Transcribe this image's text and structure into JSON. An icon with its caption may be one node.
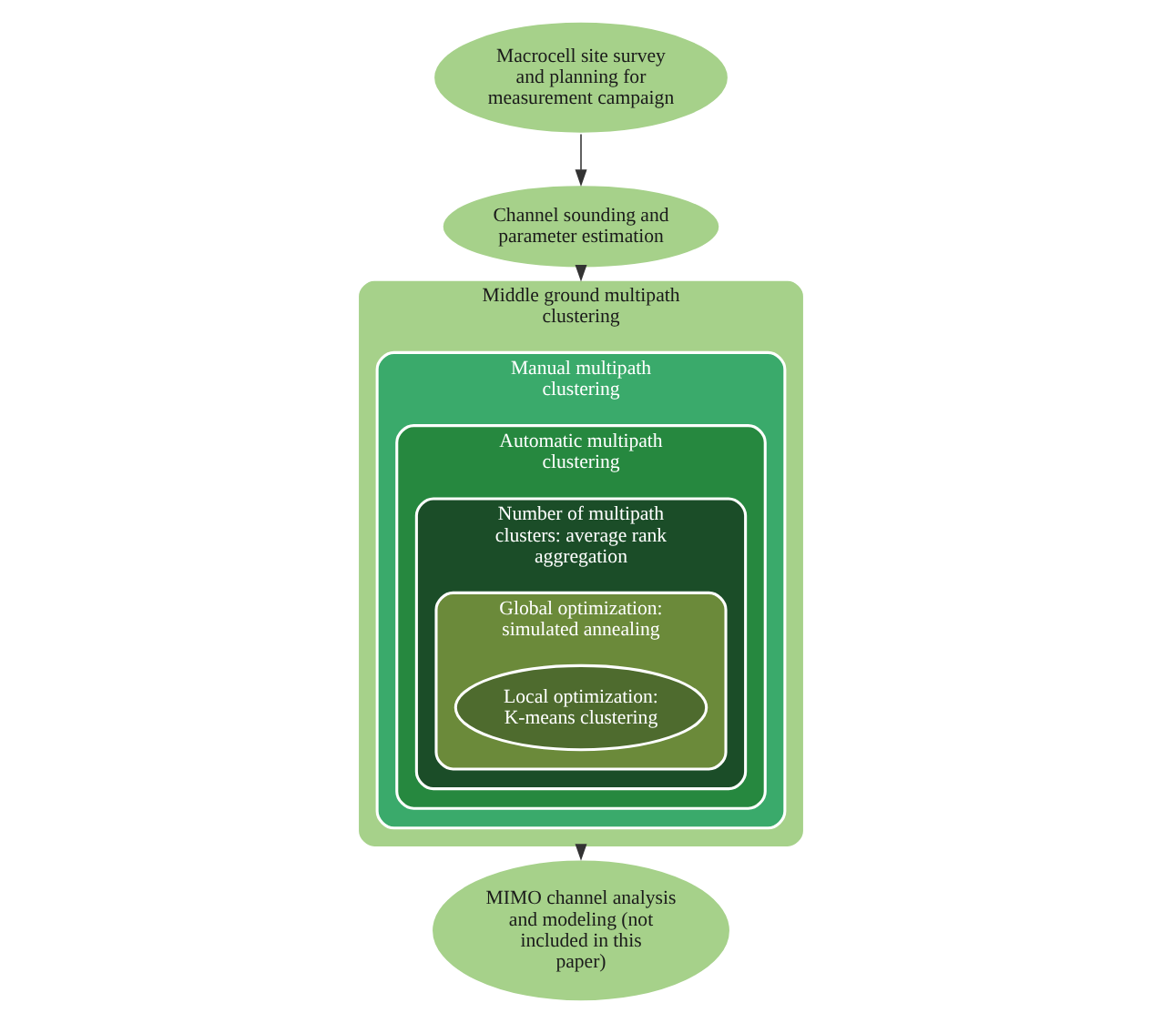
{
  "diagram": {
    "nodes": [
      {
        "text": [
          "Macrocell site survey and planning for measurement campaign"
        ]
      },
      {
        "text": [
          "Channel sounding and parameter estimation"
        ]
      },
      {
        "text": [
          "Middle ground multipath clustering"
        ]
      },
      {
        "text": [
          "Manual multipath clustering"
        ],
        "in": 2
      },
      {
        "text": [
          "Automatic multipath clustering"
        ],
        "in": 3
      },
      {
        "text": [
          "Number of multipath clusters: average rank aggregation"
        ],
        "in": 4
      },
      {
        "text": [
          "Global optimization: simulated annealing"
        ],
        "in": 5
      },
      {
        "text": [
          "Local optimization: K-means clustering"
        ],
        "in": 6
      },
      {
        "text": [
          "MIMO channel analysis and modeling (not included in this paper)"
        ]
      }
    ],
    "edges": [
      {
        "from": 0,
        "to": 1,
        "arrow": "to"
      },
      {
        "from": 1,
        "to": 2,
        "arrow": "to"
      },
      {
        "from": 2,
        "to": 8,
        "arrow": "to"
      }
    ]
  }
}
